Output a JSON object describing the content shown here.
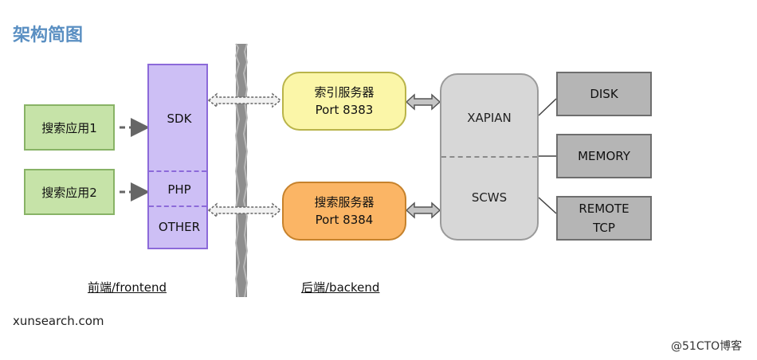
{
  "title": "架构简图",
  "apps": [
    "搜索应用1",
    "搜索应用2"
  ],
  "sdk_layers": [
    "SDK",
    "PHP",
    "OTHER"
  ],
  "index_server": {
    "name": "索引服务器",
    "port": "Port 8383"
  },
  "search_server": {
    "name": "搜索服务器",
    "port": "Port 8384"
  },
  "core": {
    "top": "XAPIAN",
    "bottom": "SCWS"
  },
  "storage": [
    "DISK",
    "MEMORY"
  ],
  "remote": {
    "line1": "REMOTE",
    "line2": "TCP"
  },
  "labels": {
    "frontend": "前端/frontend",
    "backend": "后端/backend"
  },
  "site": "xunsearch.com",
  "watermark": "@51CTO博客",
  "colors": {
    "title": "#5a8fc2",
    "app": "#c6e3a8",
    "sdk": "#cdbff5",
    "index": "#fbf6a8",
    "search": "#fbb565",
    "core": "#d7d7d7",
    "storage": "#b5b5b5"
  }
}
